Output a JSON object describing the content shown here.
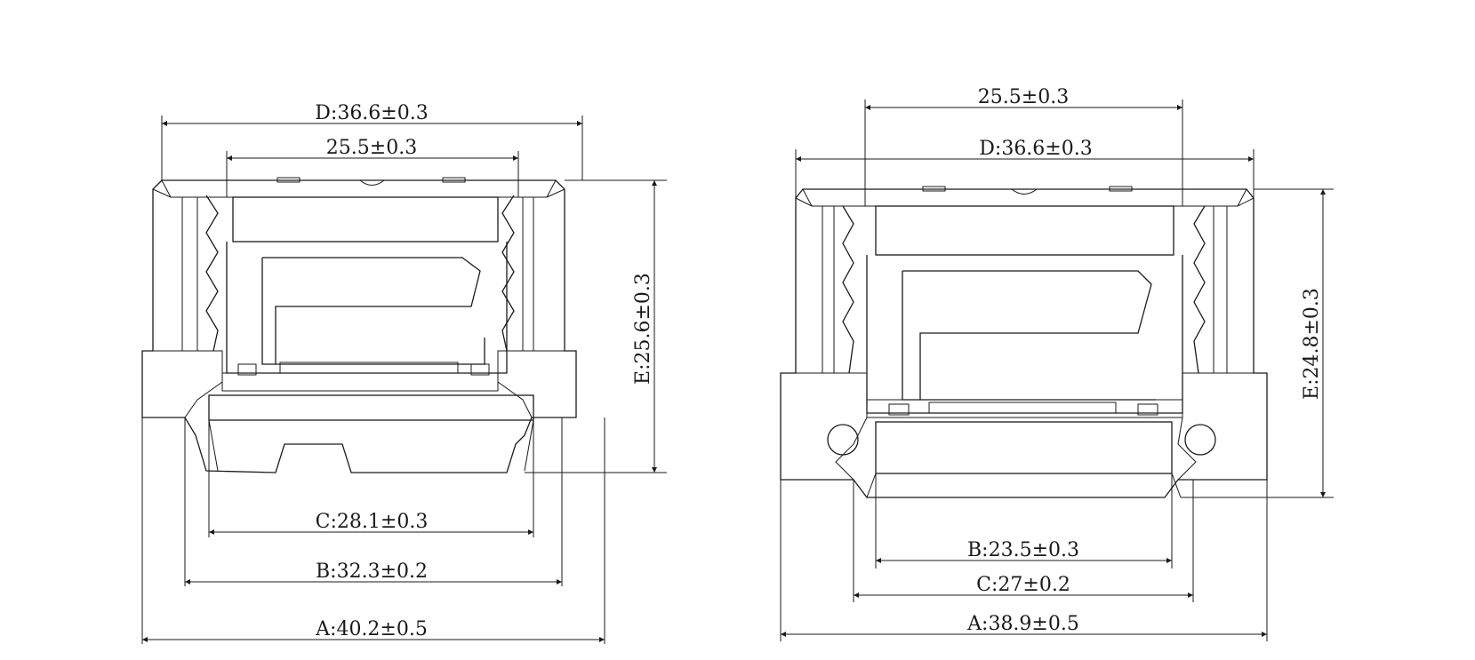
{
  "drawings": [
    {
      "id": "left",
      "dims": {
        "D": "D:36.6±0.3",
        "inner": "25.5±0.3",
        "E": "E:25.6±0.3",
        "C": "C:28.1±0.3",
        "B": "B:32.3±0.2",
        "A": "A:40.2±0.5"
      }
    },
    {
      "id": "right",
      "dims": {
        "inner": "25.5±0.3",
        "D": "D:36.6±0.3",
        "E": "E:24.8±0.3",
        "B": "B:23.5±0.3",
        "C": "C:27±0.2",
        "A": "A:38.9±0.5"
      }
    }
  ]
}
